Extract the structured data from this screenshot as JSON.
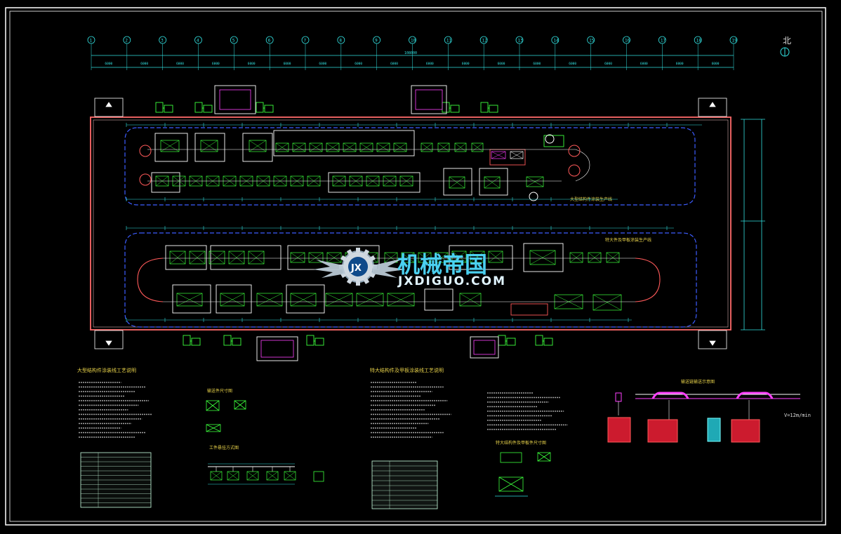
{
  "header": {
    "north_label": "北",
    "total_dimension": "108000"
  },
  "grid_columns": [
    "1",
    "2",
    "3",
    "4",
    "5",
    "6",
    "7",
    "8",
    "9",
    "10",
    "11",
    "12",
    "13",
    "14",
    "15",
    "16",
    "17",
    "18",
    "19"
  ],
  "grid_spacings": [
    "6000",
    "6000",
    "6000",
    "6000",
    "6000",
    "6000",
    "6000",
    "6000",
    "6000",
    "6000",
    "6000",
    "6000",
    "6000",
    "6000",
    "6000",
    "6000",
    "6000",
    "6000"
  ],
  "upper_line": {
    "label": "大型结构件涂装生产线"
  },
  "lower_line": {
    "label": "特大件及甲板涂装生产线"
  },
  "sections": {
    "left_title": "大型结构件涂装线工艺说明",
    "right_title": "特大结构件及甲板涂装线工艺说明",
    "mid_title_1": "输送件尺寸图",
    "mid_title_2": "工件悬挂方式图",
    "mid_right_title": "特大结构件及甲板件尺寸图",
    "far_right_title": "输送链输送示意图",
    "speed_label": "V=12m/min"
  },
  "colors": {
    "background": "#000000",
    "frame": "#ffffff",
    "walls": "#ff5a5a",
    "dimension": "#3fe0e0",
    "route": "#3c5cff",
    "equipment": "#3cff3c",
    "highlight": "#ff40ff",
    "table": "#a8ffd0"
  },
  "watermark": {
    "title": "机械帝国",
    "subtitle": "JXDIGUO.COM",
    "badge": "JX"
  }
}
